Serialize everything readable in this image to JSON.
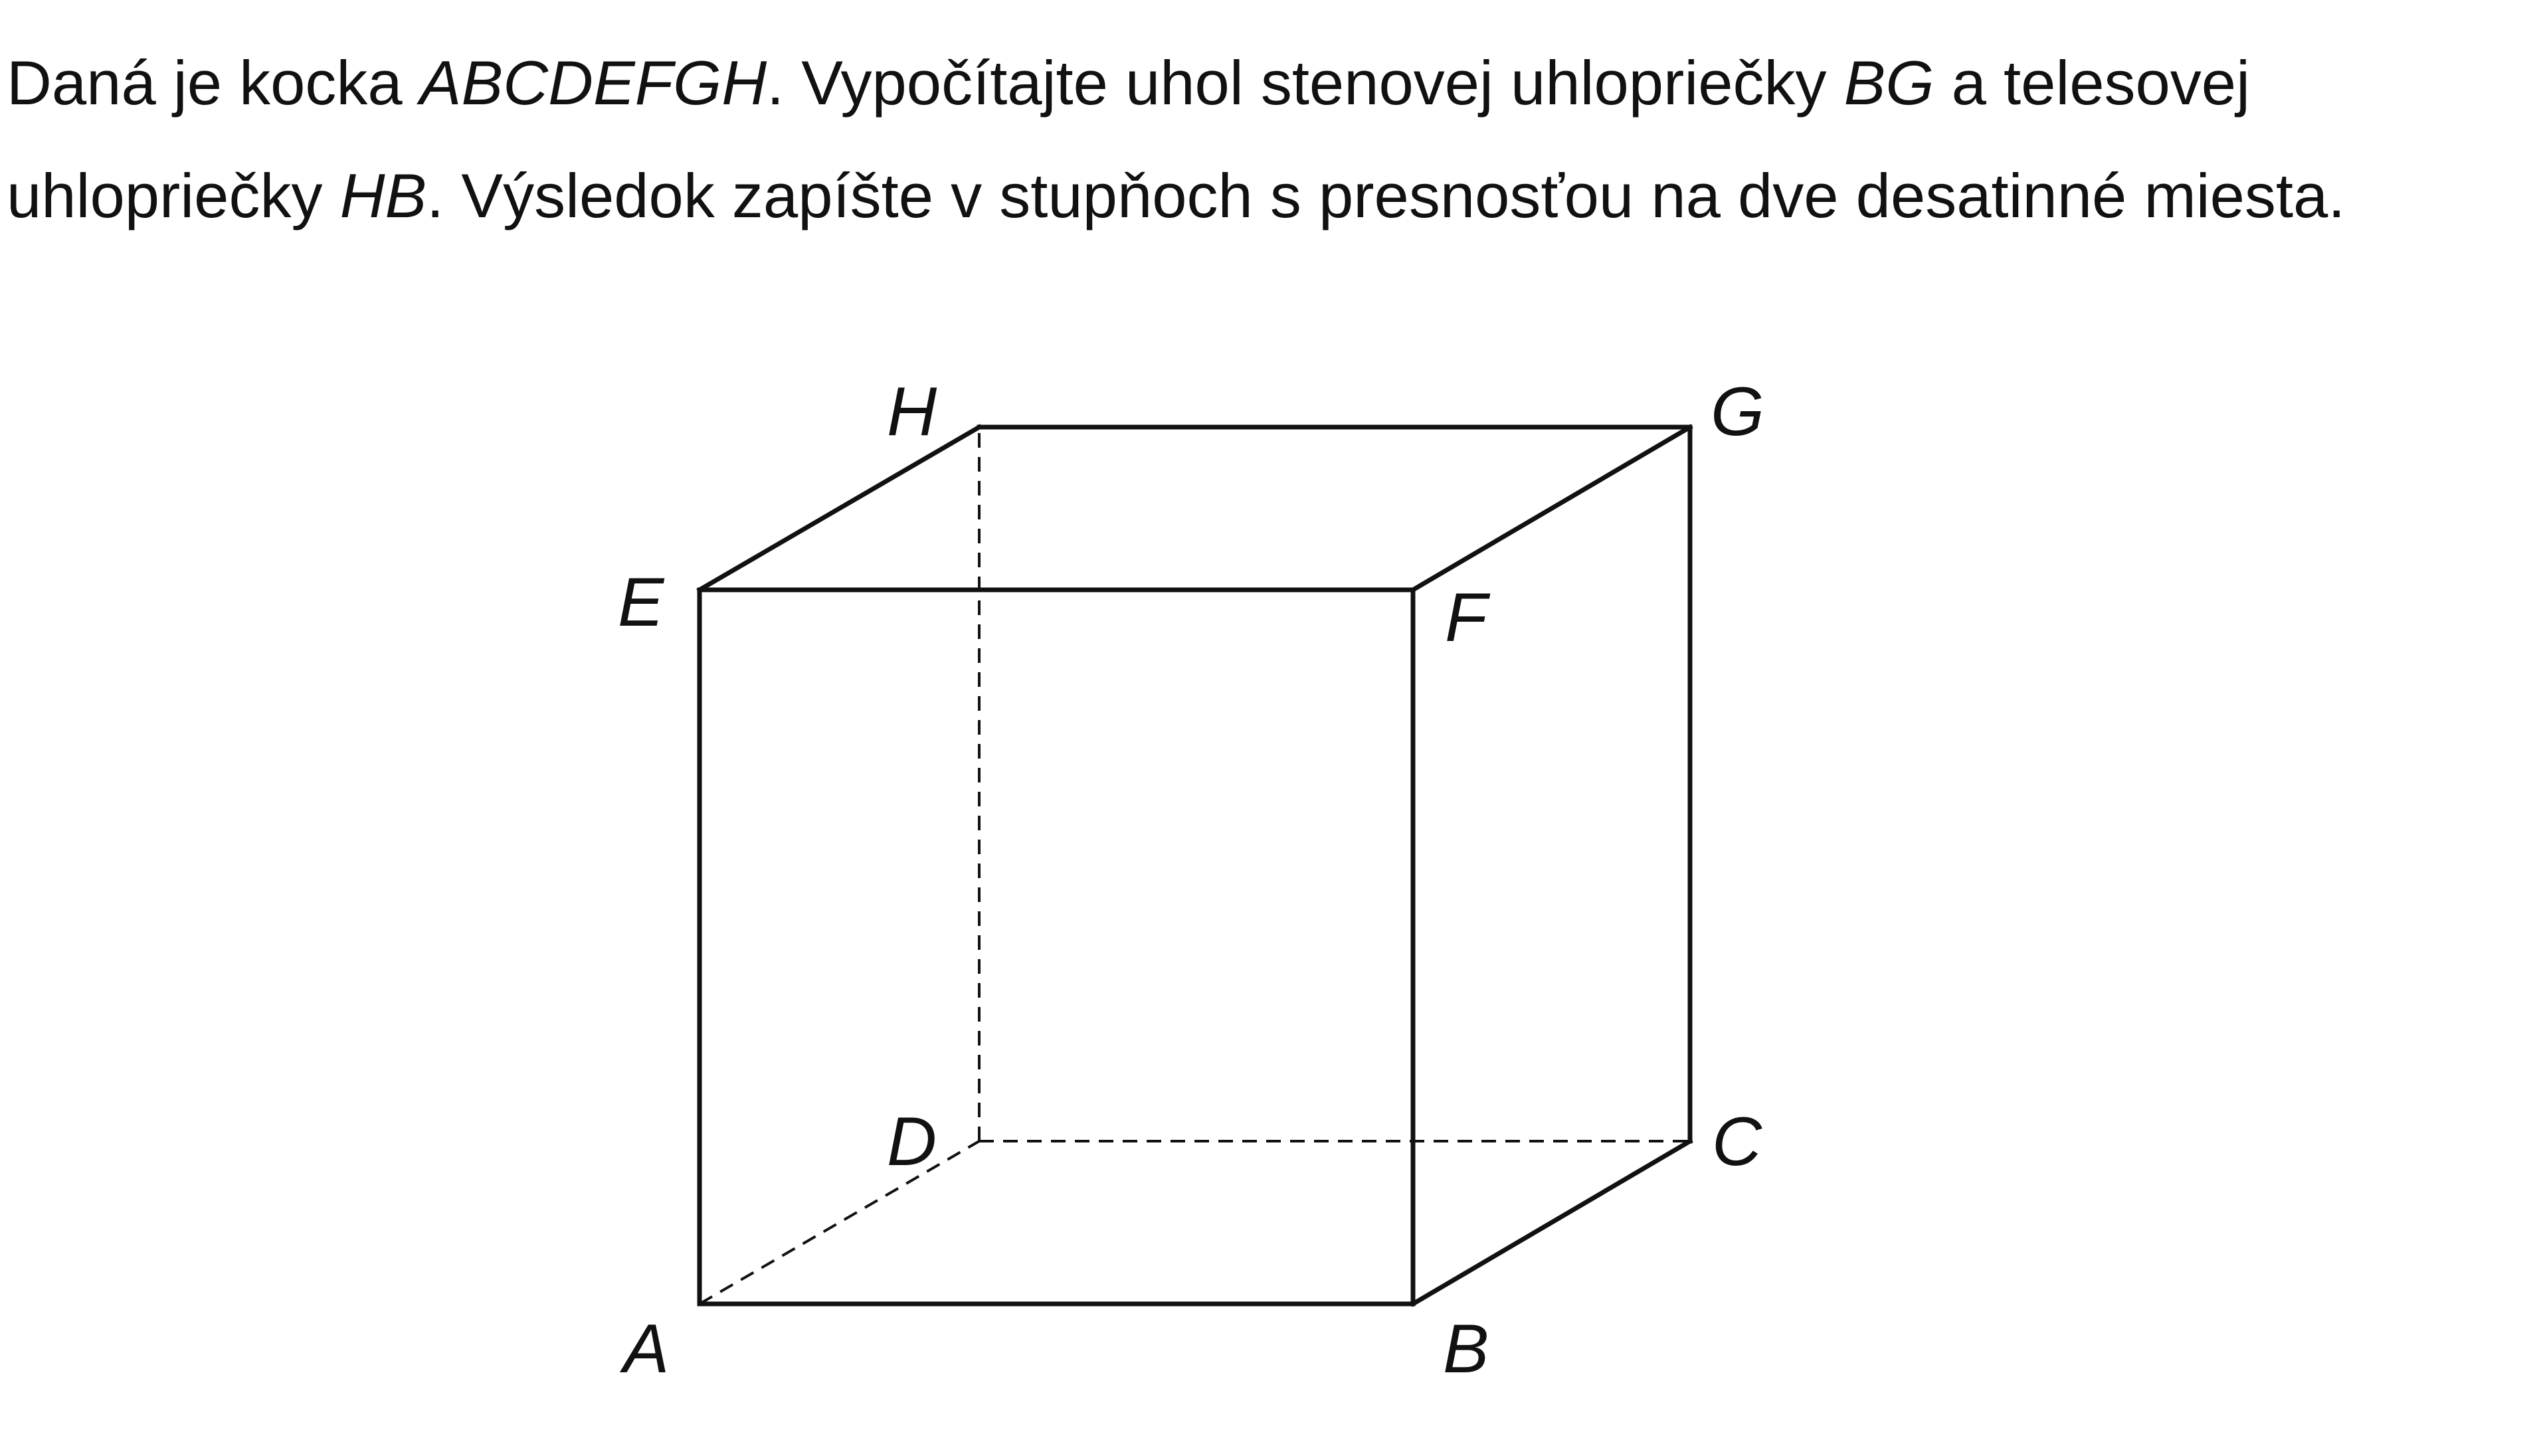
{
  "problem": {
    "line1": {
      "t1": "Daná je kocka ",
      "cube_name": "ABCDEFGH",
      "t2": ". Vypočítajte uhol stenovej uhlopriečky ",
      "face_diagonal": "BG",
      "t3": " a telesovej"
    },
    "line2": {
      "t1": "uhlopriečky ",
      "space_diagonal": "HB",
      "t2": ". Výsledok zapíšte v stupňoch s presnosťou na dve desatinné miesta."
    }
  },
  "cube": {
    "vertices": {
      "A": "A",
      "B": "B",
      "C": "C",
      "D": "D",
      "E": "E",
      "F": "F",
      "G": "G",
      "H": "H"
    }
  }
}
